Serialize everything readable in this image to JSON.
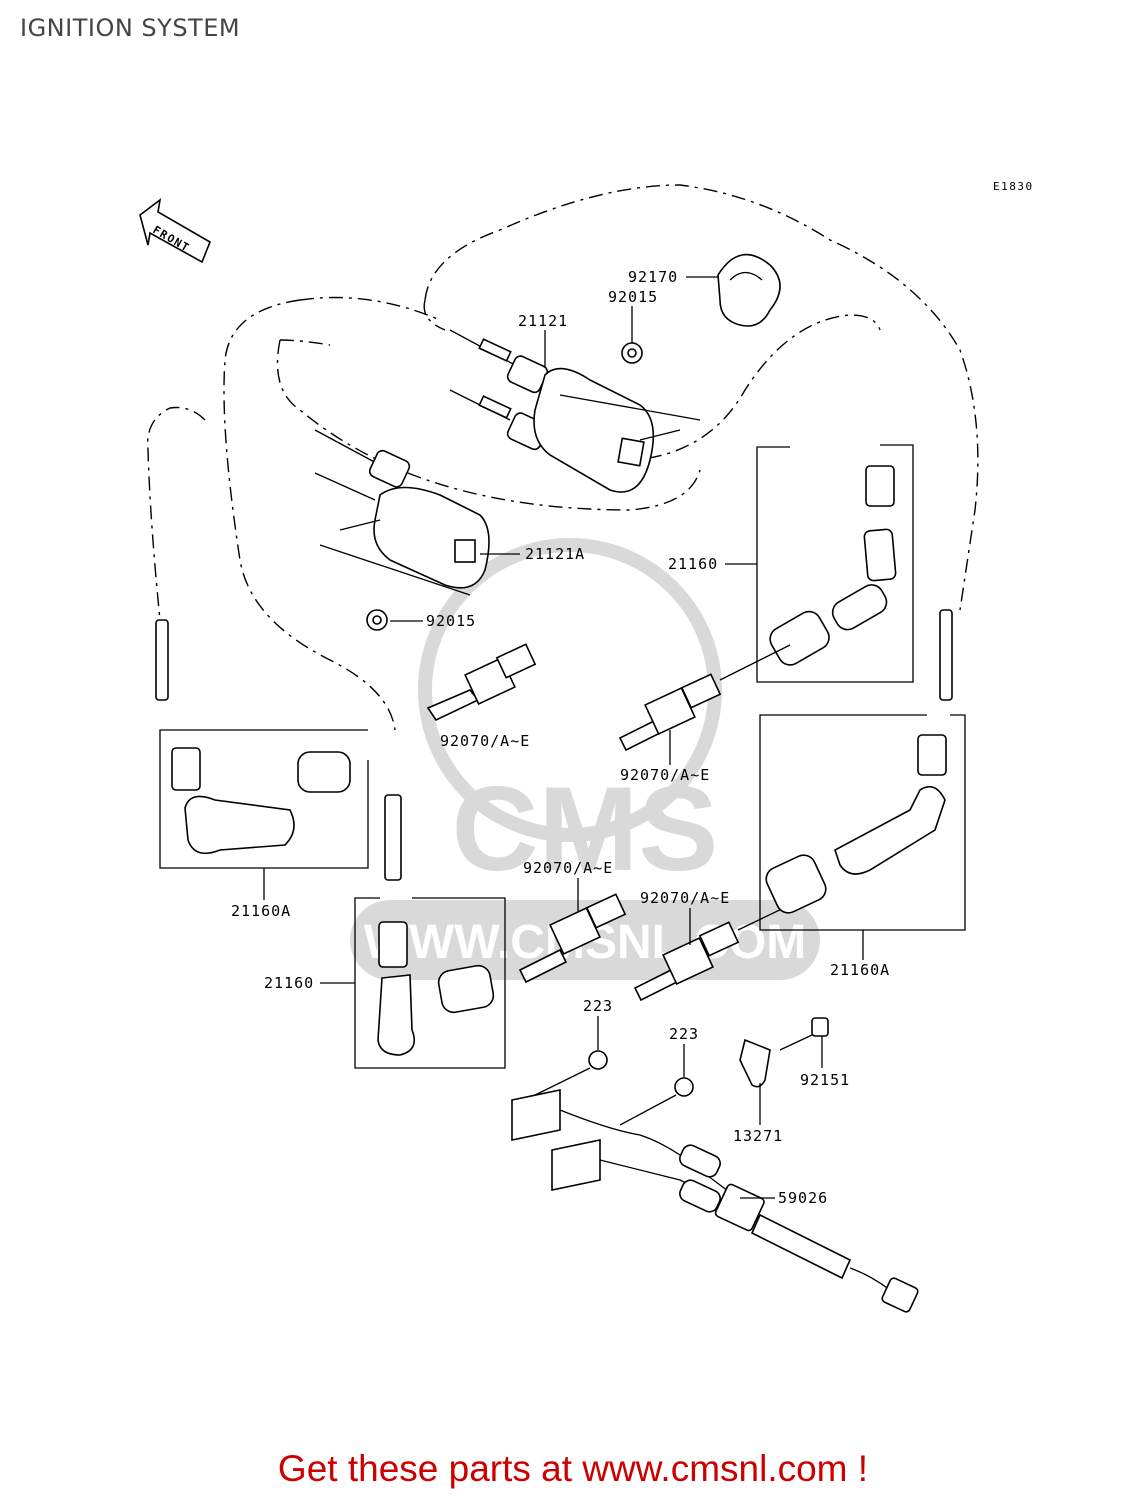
{
  "title": "IGNITION SYSTEM",
  "diagram_code": "E1830",
  "front_label": "FRONT",
  "watermark": {
    "brand": "CMS",
    "url": "WWW.CMSNL.COM"
  },
  "labels": {
    "clamp": "92170",
    "nut_top": "92015",
    "coil_top": "21121",
    "coil_lower": "21121A",
    "nut_lower": "92015",
    "cap_right_top": "21160",
    "plug_1": "92070/A~E",
    "plug_2": "92070/A~E",
    "cap_left": "21160A",
    "plug_3": "92070/A~E",
    "plug_4": "92070/A~E",
    "cap_bottom": "21160",
    "cap_right_bottom": "21160A",
    "bolt_1": "223",
    "bolt_2": "223",
    "screw": "92151",
    "bracket": "13271",
    "harness": "59026"
  },
  "footer": "Get these parts at www.cmsnl.com !",
  "colors": {
    "footer": "#cc0000",
    "title": "#444444",
    "watermark": "#d9d9d9"
  }
}
